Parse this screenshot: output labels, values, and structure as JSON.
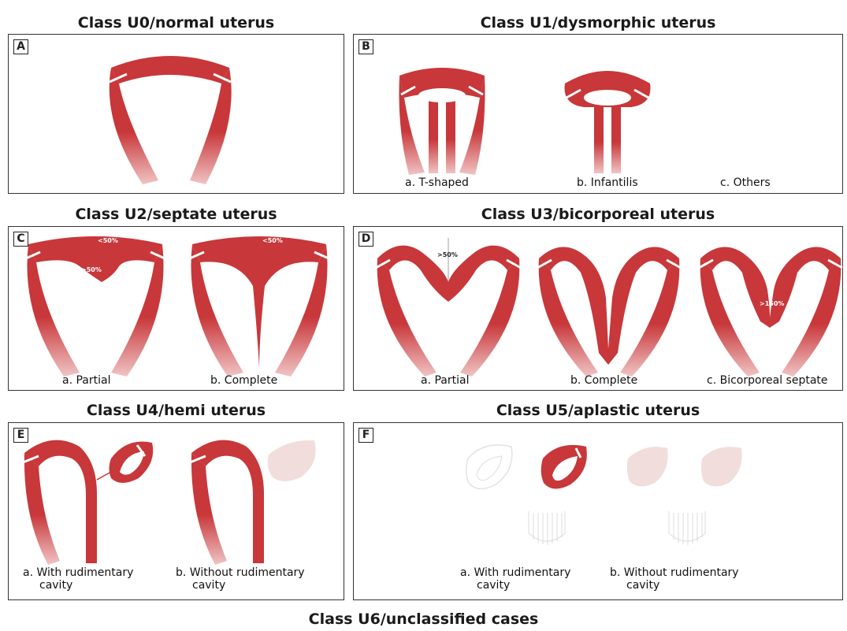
{
  "classes": {
    "u0": {
      "title": "Class U0/normal uterus",
      "letter": "A"
    },
    "u1": {
      "title": "Class U1/dysmorphic uterus",
      "letter": "B",
      "labels": [
        "a. T-shaped",
        "b. Infantilis",
        "c. Others"
      ]
    },
    "u2": {
      "title": "Class U2/septate uterus",
      "letter": "C",
      "labels": [
        "a. Partial",
        "b. Complete"
      ],
      "annotations": [
        "<50%",
        ">50%",
        "<50%"
      ]
    },
    "u3": {
      "title": "Class U3/bicorporeal uterus",
      "letter": "D",
      "labels": [
        "a. Partial",
        "b. Complete",
        "c. Bicorporeal septate"
      ],
      "annotations": [
        ">50%",
        ">150%"
      ]
    },
    "u4": {
      "title": "Class U4/hemi uterus",
      "letter": "E",
      "labels": [
        {
          "line1": "a. With rudimentary",
          "line2": "cavity"
        },
        {
          "line1": "b. Without rudimentary",
          "line2": "cavity"
        }
      ]
    },
    "u5": {
      "title": "Class U5/aplastic uterus",
      "letter": "F",
      "labels": [
        {
          "line1": "a. With rudimentary",
          "line2": "cavity"
        },
        {
          "line1": "b. Without rudimentary",
          "line2": "cavity"
        }
      ]
    },
    "u6": {
      "title": "Class U6/unclassified cases"
    }
  },
  "colors": {
    "uterus_red": "#c8373a",
    "uterus_fade": "#f3d3d3",
    "faint_pink": "#f2dddd",
    "border": "#333333"
  }
}
